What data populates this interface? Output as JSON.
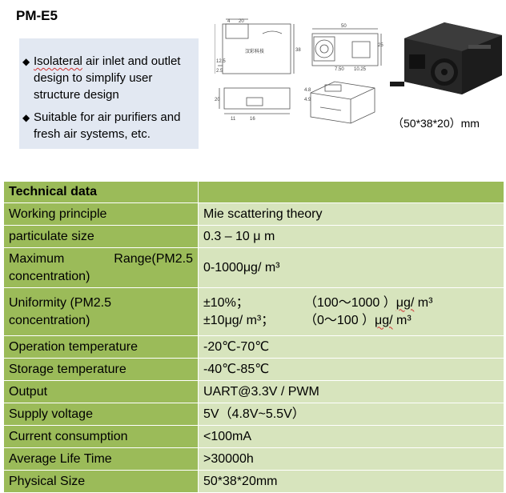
{
  "product": {
    "title": "PM-E5"
  },
  "features": [
    "Isolateral air inlet and outlet design to simplify user structure design",
    "Suitable for air purifiers and fresh air systems, etc."
  ],
  "drawing": {
    "dims_top": [
      "4",
      "20",
      "38",
      "2.5",
      "12.5"
    ],
    "dims_front": [
      "50",
      "7.50",
      "10.25",
      "25"
    ],
    "dims_side": [
      "20",
      "11",
      "16"
    ],
    "dims_iso": [
      "4.8",
      "4.9"
    ],
    "label_cn": "汉彩科技"
  },
  "size_caption": "（50*38*20）mm",
  "table": {
    "header": "Technical data",
    "rows": [
      {
        "key": "Working principle",
        "value": "Mie scattering theory"
      },
      {
        "key": "particulate size",
        "value": "0.3 – 10 μ m"
      },
      {
        "key_parts": [
          "Maximum",
          "Range(PM2.5",
          "concentration)"
        ],
        "value": "0-1000μg/ m³"
      },
      {
        "key_parts": [
          "Uniformity  (PM2.5",
          "concentration)"
        ],
        "lines": [
          [
            "±10%；",
            "（100～1000 ）μg/ m³"
          ],
          [
            "±10μg/ m³；",
            "（0～100 ）μg/ m³"
          ]
        ]
      },
      {
        "key": "Operation temperature",
        "value": "-20℃-70℃"
      },
      {
        "key": "Storage temperature",
        "value": "-40℃-85℃"
      },
      {
        "key": "Output",
        "value": "UART@3.3V  /  PWM"
      },
      {
        "key": "Supply voltage",
        "value": "5V（4.8V~5.5V）"
      },
      {
        "key": "Current consumption",
        "value": "<100mA"
      },
      {
        "key": "Average Life Time",
        "value": ">30000h"
      },
      {
        "key": "Physical Size",
        "value": "50*38*20mm"
      }
    ]
  }
}
